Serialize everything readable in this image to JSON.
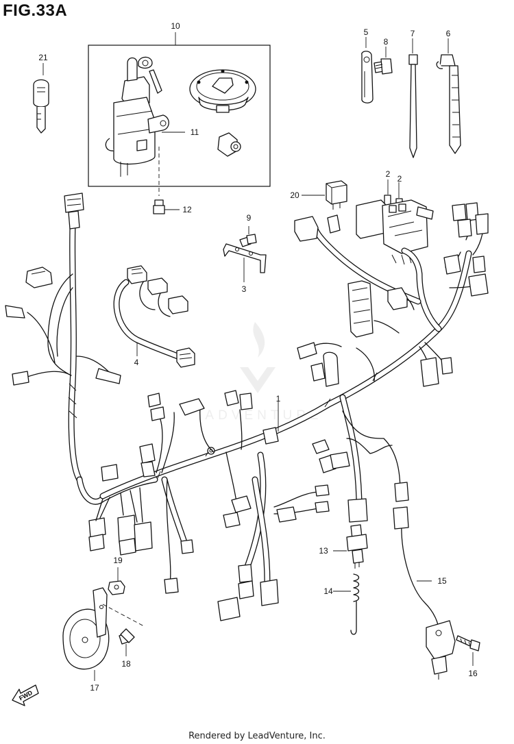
{
  "figure": {
    "title": "FIG.33A"
  },
  "footer": {
    "credit": "Rendered by LeadVenture, Inc."
  },
  "watermark": {
    "text": "ADVENTURE"
  },
  "direction_arrow": {
    "label": "FWD"
  },
  "callouts": [
    {
      "id": "1",
      "label": "1"
    },
    {
      "id": "2a",
      "label": "2"
    },
    {
      "id": "2b",
      "label": "2"
    },
    {
      "id": "3",
      "label": "3"
    },
    {
      "id": "4",
      "label": "4"
    },
    {
      "id": "5",
      "label": "5"
    },
    {
      "id": "6",
      "label": "6"
    },
    {
      "id": "7",
      "label": "7"
    },
    {
      "id": "8",
      "label": "8"
    },
    {
      "id": "9",
      "label": "9"
    },
    {
      "id": "10",
      "label": "10"
    },
    {
      "id": "11",
      "label": "11"
    },
    {
      "id": "12",
      "label": "12"
    },
    {
      "id": "13",
      "label": "13"
    },
    {
      "id": "14",
      "label": "14"
    },
    {
      "id": "15",
      "label": "15"
    },
    {
      "id": "16",
      "label": "16"
    },
    {
      "id": "17",
      "label": "17"
    },
    {
      "id": "18",
      "label": "18"
    },
    {
      "id": "19",
      "label": "19"
    },
    {
      "id": "20",
      "label": "20"
    },
    {
      "id": "21",
      "label": "21"
    }
  ]
}
